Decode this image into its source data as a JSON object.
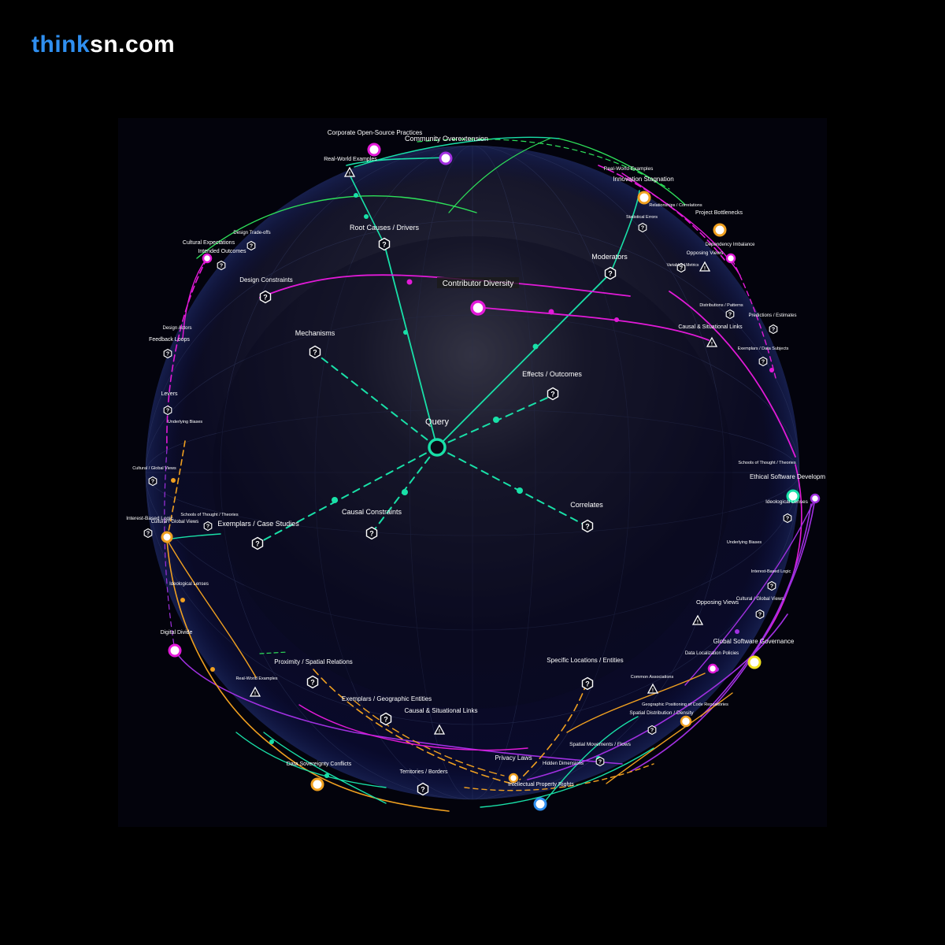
{
  "brand": {
    "part1": "think",
    "part2": "sn.com"
  },
  "colors": {
    "cyan": "#19e0a8",
    "magenta": "#e21ad8",
    "orange": "#f0a020",
    "violet": "#a030e0",
    "blue": "#2f8ff0",
    "green": "#2ee05a"
  },
  "center": {
    "label": "Query"
  },
  "labels": {
    "top1": "Corporate Open-Source Practices",
    "top2": "Community Overextension",
    "top3": "Real-World Examples",
    "rootCauses": "Root Causes / Drivers",
    "moderators": "Moderators",
    "contributorDiversity": "Contributor Diversity",
    "mechanisms": "Mechanisms",
    "effects": "Effects / Outcomes",
    "correlates": "Correlates",
    "causalConstraints": "Causal Constraints",
    "exemplarsCase": "Exemplars / Case Studies",
    "designTradeoffs": "Design Trade-offs",
    "culturalExpectations": "Cultural Expectations",
    "intendedOutcomes": "Intended Outcomes",
    "designConstraints": "Design Constraints",
    "designActors": "Design Actors",
    "feedbackLoops": "Feedback Loops",
    "levers": "Levers",
    "underlyingBiasesL": "Underlying Biases",
    "culturalGlobalL": "Cultural / Global Views",
    "interestLogicL": "Interest-Based Logic",
    "culturalGlobalL2": "Cultural / Global Views",
    "schoolsL": "Schools of Thought / Theories",
    "ideologicalL": "Ideological Lenses",
    "digitalDivide": "Digital Divide",
    "realWorldL": "Real-World Examples",
    "proximity": "Proximity / Spatial Relations",
    "exemplarsGeo": "Exemplars / Geographic Entities",
    "causalSituationalB": "Causal & Situational Links",
    "specificLocations": "Specific Locations / Entities",
    "dataSovereignty": "Data Sovereignty Conflicts",
    "territories": "Territories / Borders",
    "privacyLaws": "Privacy Laws",
    "hiddenDimensions": "Hidden Dimensions",
    "ipRights": "Intellectual Property Rights",
    "spatialMovements": "Spatial Movements / Flows",
    "spatialDistribution": "Spatial Distribution / Density",
    "geoPositioning": "Geographic Positioning of Code Repositories",
    "commonAssociations": "Common Associations",
    "dataLocalization": "Data Localization Policies",
    "globalGovernance": "Global Software Governance",
    "opposingViewsR": "Opposing Views",
    "culturalGlobalR": "Cultural / Global Views",
    "interestLogicR": "Interest-Based Logic",
    "underlyingBiasesR": "Underlying Biases",
    "ideologicalR": "Ideological Lenses",
    "ethicalSoftware": "Ethical Software Developm",
    "schoolsR": "Schools of Thought / Theories",
    "exemplarsData": "Exemplars / Data Subjects",
    "causalSituationalR": "Causal & Situational Links",
    "predictions": "Predictions / Estimates",
    "distributions": "Distributions / Patterns",
    "variables": "Variables / Metrics",
    "opposingViewsTR": "Opposing Views",
    "dependencyImbalance": "Dependency Imbalance",
    "projectBottlenecks": "Project Bottlenecks",
    "relationships": "Relationships / Correlations",
    "statisticalErrors": "Statistical Errors",
    "innovationStagnation": "Innovation Stagnation",
    "realWorldTR": "Real-World Examples"
  }
}
